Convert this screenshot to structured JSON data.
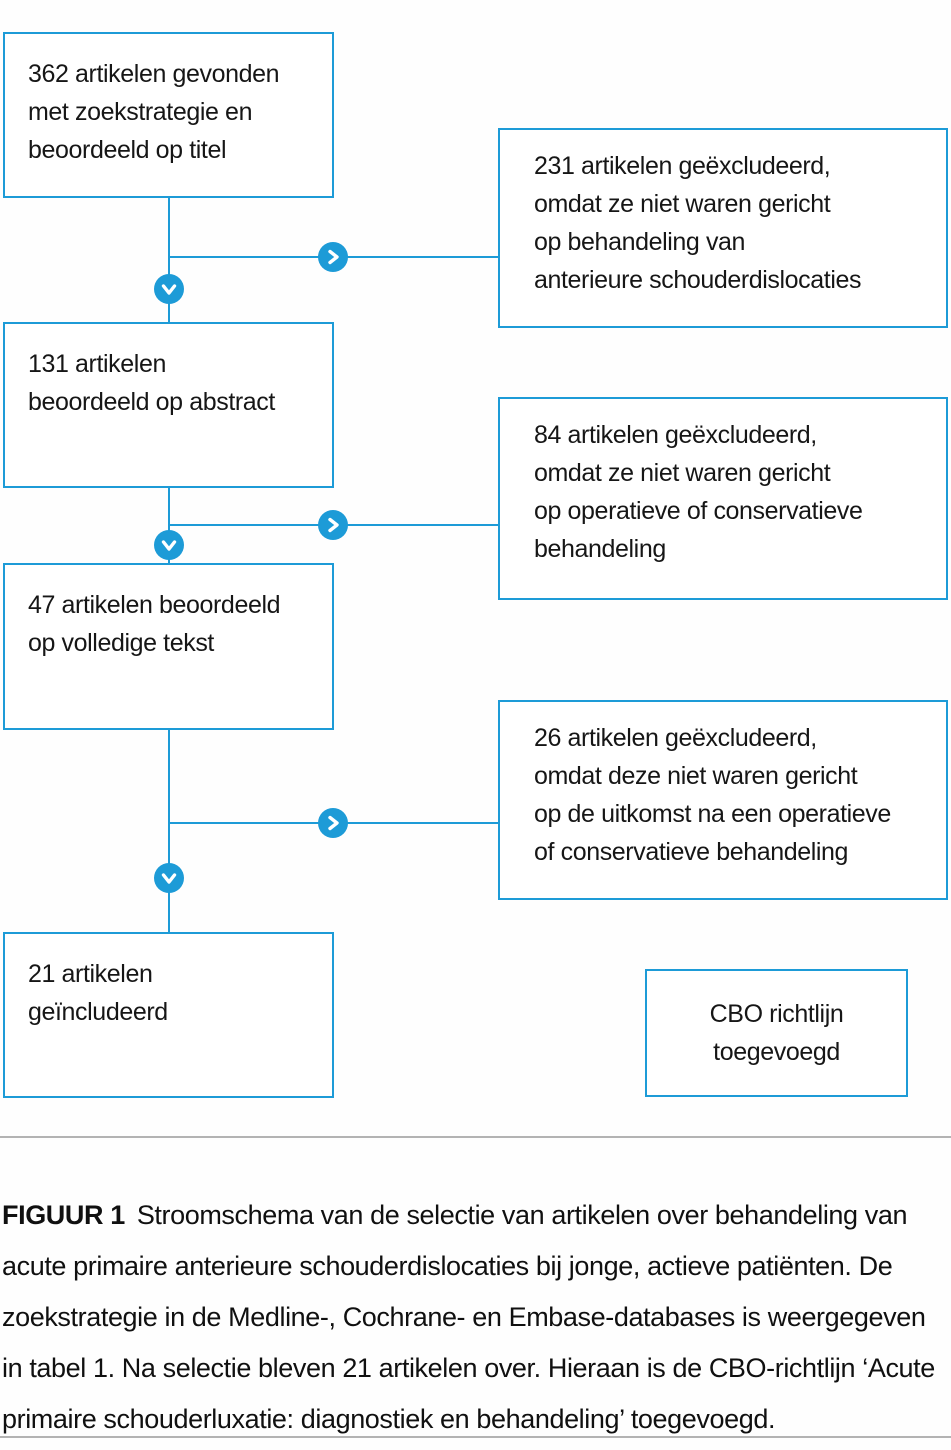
{
  "palette": {
    "accent_blue": "#1d9bd7",
    "divider_gray": "#b3b3b3",
    "text_black": "#161616"
  },
  "flowchart": {
    "left_boxes": [
      {
        "text": "362 artikelen gevonden\nmet zoekstrategie en\nbeoordeeld op titel"
      },
      {
        "text": "131 artikelen\nbeoordeeld op abstract"
      },
      {
        "text": "47 artikelen beoordeeld\nop volledige tekst"
      },
      {
        "text": "21 artikelen\ngeïncludeerd"
      }
    ],
    "exclusion_boxes": [
      {
        "text": "231 artikelen geëxcludeerd,\nomdat ze niet waren gericht\nop behandeling van\nanterieure schouderdislocaties"
      },
      {
        "text": "84 artikelen geëxcludeerd,\nomdat ze niet waren gericht\nop operatieve of conservatieve\nbehandeling"
      },
      {
        "text": "26 artikelen geëxcludeerd,\nomdat deze niet waren gericht\nop de uitkomst na een operatieve\nof conservatieve behandeling"
      }
    ],
    "addition_box": {
      "text": "CBO richtlijn\ntoegevoegd"
    }
  },
  "caption": {
    "label": "FIGUUR 1",
    "text": "Stroomschema van de selectie van artikelen over behandeling van acute primaire anterieure schouderdislocaties bij jonge, actieve patiënten. De zoekstrategie in de Medline-, Cochrane- en Embase-databases is weergegeven in tabel 1. Na selectie bleven 21 artikelen over. Hieraan is de CBO-richtlijn ‘Acute primaire schouderluxatie: diagnostiek en behandeling’ toegevoegd."
  }
}
